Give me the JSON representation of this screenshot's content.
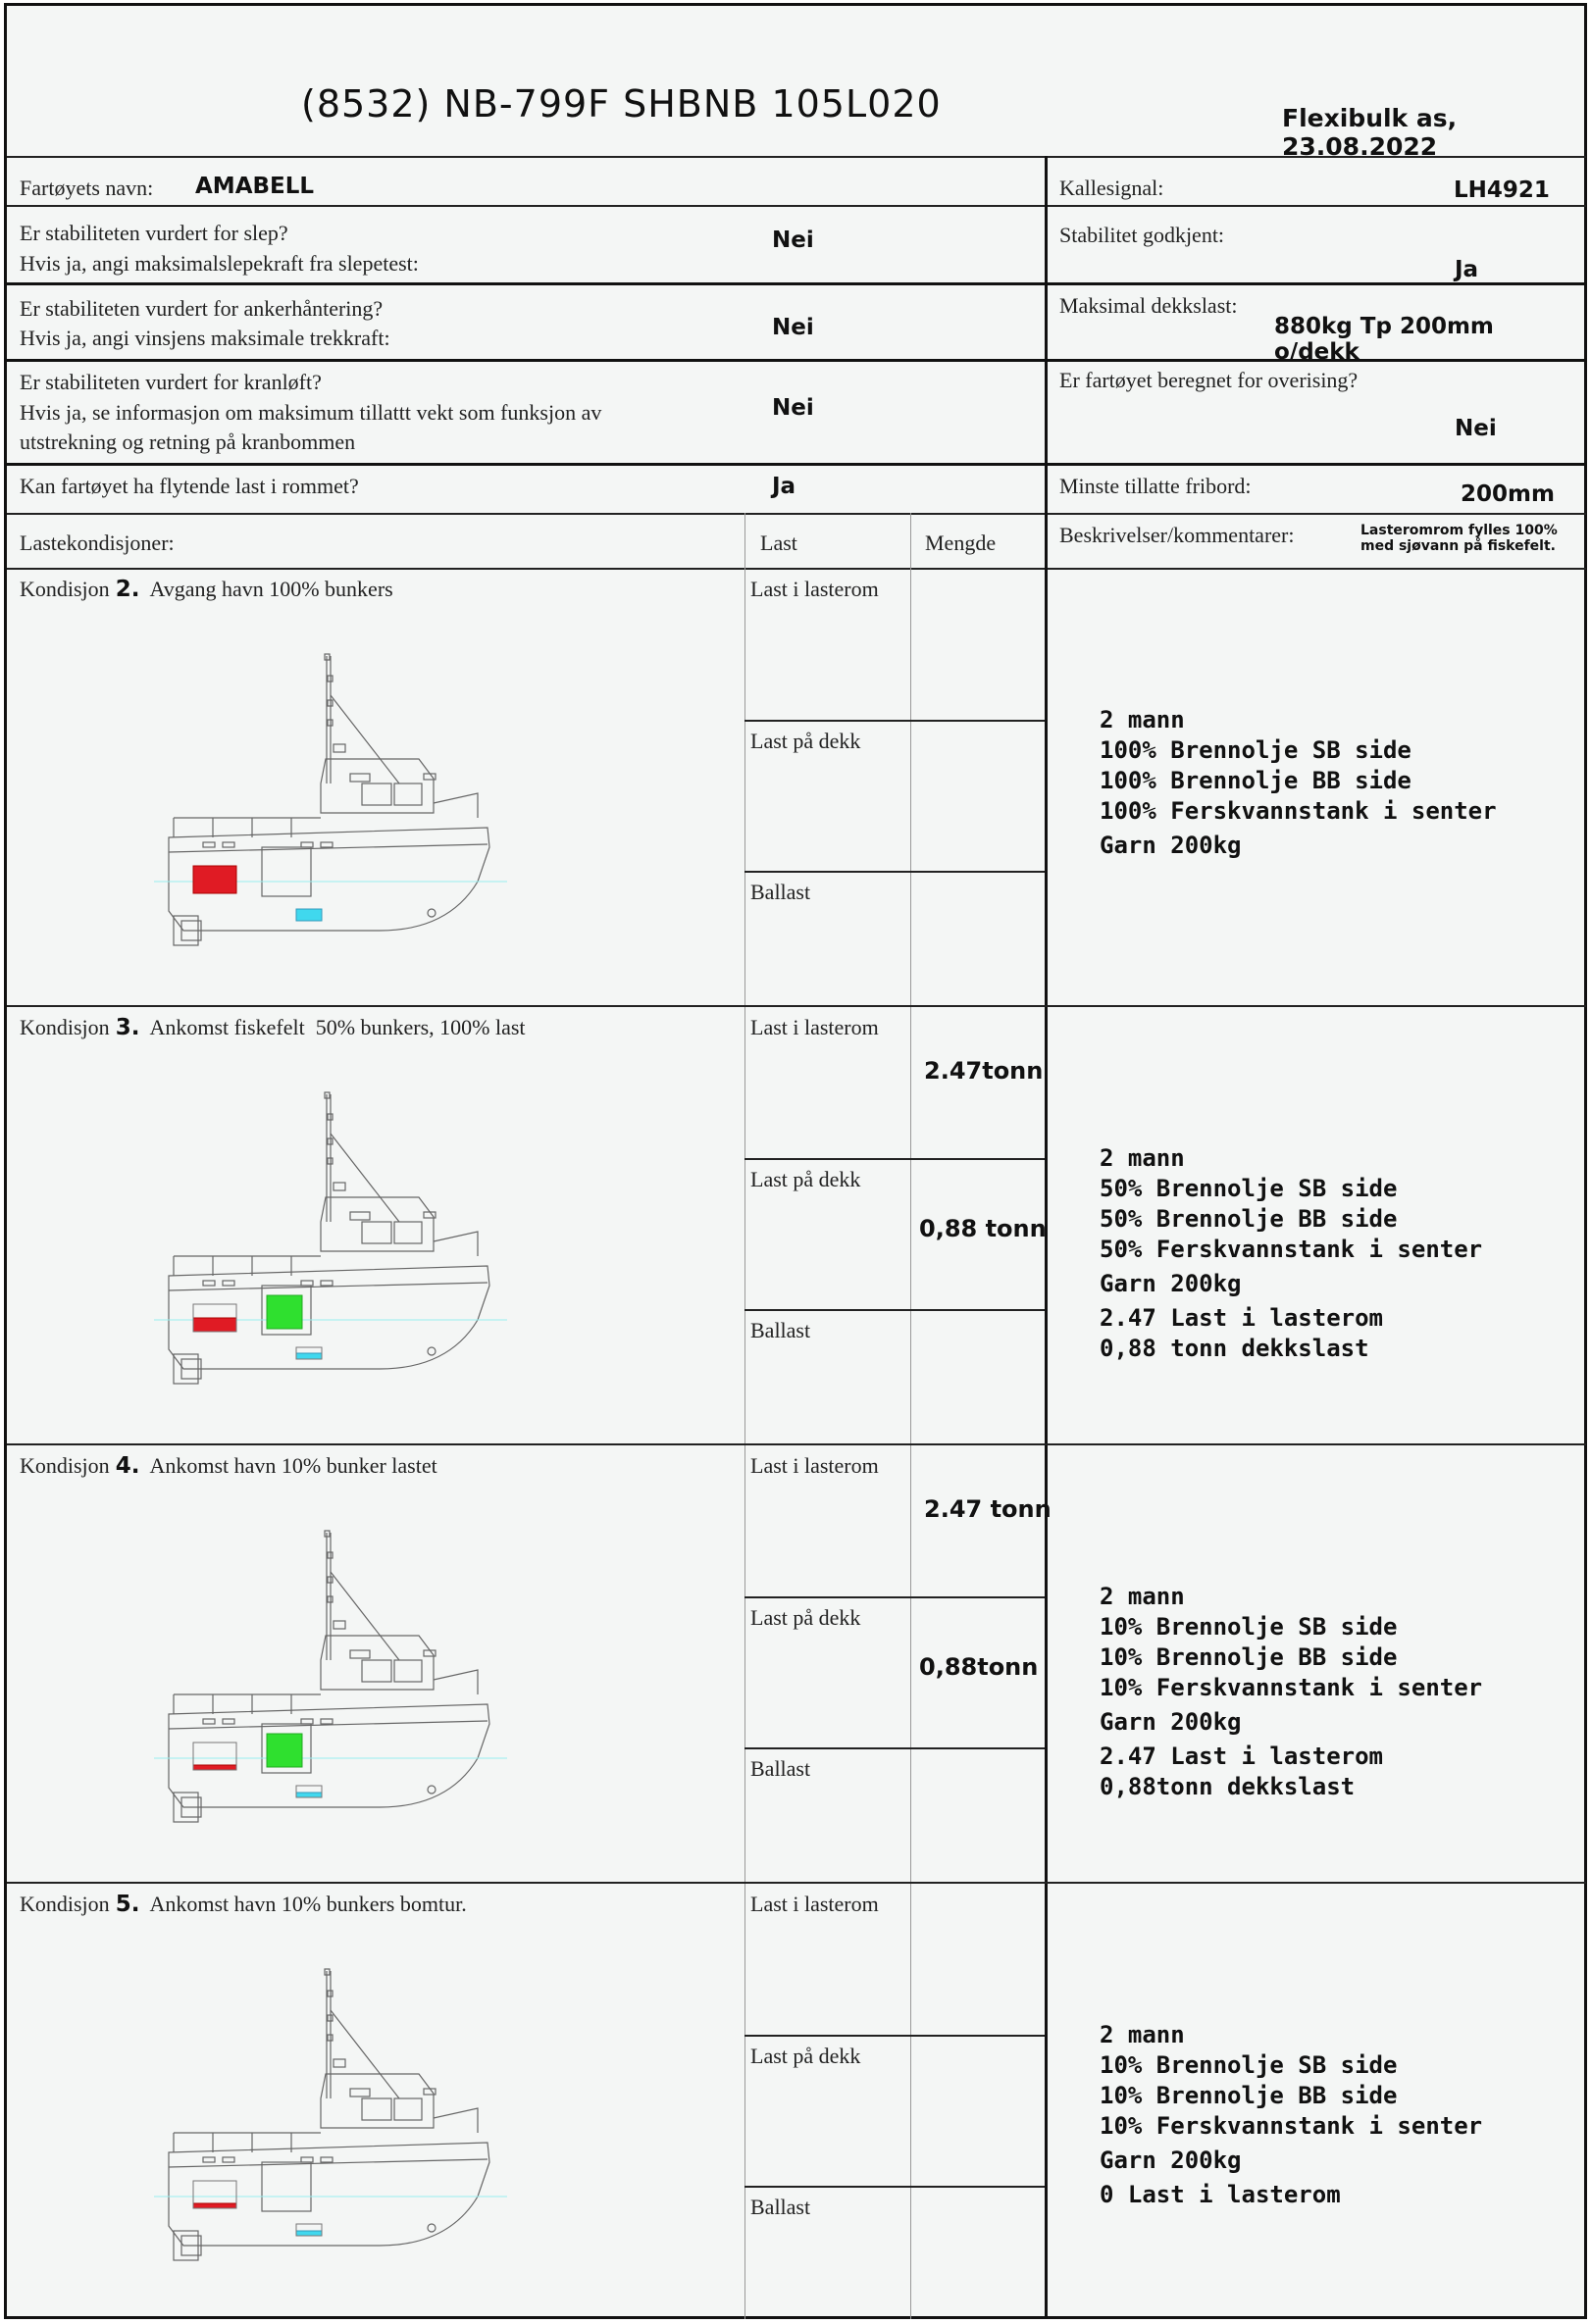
{
  "header": {
    "title": "(8532) NB-799F SHBNB 105L020",
    "company_date": "Flexibulk as, 23.08.2022"
  },
  "info": {
    "vessel_name_label": "Fartøyets navn:",
    "vessel_name": "AMABELL",
    "callsign_label": "Kallesignal:",
    "callsign": "LH4921",
    "tow_q1": "Er stabiliteten vurdert for slep?",
    "tow_q2": "Hvis ja, angi maksimalslepekraft fra slepetest:",
    "tow_a": "Nei",
    "approved_label": "Stabilitet godkjent:",
    "approved": "Ja",
    "anchor_q1": "Er stabiliteten vurdert for ankerhåntering?",
    "anchor_q2": "Hvis ja, angi vinsjens maksimale trekkraft:",
    "anchor_a": "Nei",
    "deck_load_label": "Maksimal dekkslast:",
    "deck_load": "880kg Tp 200mm o/dekk",
    "crane_q1": "Er stabiliteten vurdert for kranløft?",
    "crane_q2": "Hvis ja, se informasjon om maksimum tillattt vekt som funksjon av",
    "crane_q3": "utstrekning og retning på kranbommen",
    "crane_a": "Nei",
    "icing_label": "Er fartøyet beregnet for overising?",
    "icing": "Nei",
    "liquid_q": "Kan fartøyet ha flytende last i rommet?",
    "liquid_a": "Ja",
    "freeboard_label": "Minste tillatte fribord:",
    "freeboard": "200mm"
  },
  "table_header": {
    "conditions": "Lastekondisjoner:",
    "load": "Last",
    "amount": "Mengde",
    "comments": "Beskrivelser/kommentarer:",
    "comment_note_1": "Lasteromrom fylles 100%",
    "comment_note_2": "med sjøvann på fiskefelt."
  },
  "row_labels": {
    "hold": "Last i lasterom",
    "deck": "Last på dekk",
    "ballast": "Ballast"
  },
  "conditions": [
    {
      "prefix": "Kondisjon",
      "num": "2.",
      "title": "Avgang havn 100% bunkers",
      "hold_amount": "",
      "deck_amount": "",
      "notes": [
        "2 mann",
        "100% Brennolje SB side",
        "100% Brennolje BB side",
        "100% Ferskvannstank i senter",
        "Garn 200kg"
      ]
    },
    {
      "prefix": "Kondisjon",
      "num": "3.",
      "title": "Ankomst fiskefelt  50% bunkers, 100% last",
      "hold_amount": "2.47tonn",
      "deck_amount": "0,88 tonn",
      "notes": [
        "2 mann",
        "50% Brennolje SB side",
        "50% Brennolje BB side",
        "50% Ferskvannstank i senter",
        "Garn 200kg",
        "2.47 Last i lasterom",
        "0,88 tonn dekkslast"
      ]
    },
    {
      "prefix": "Kondisjon",
      "num": "4.",
      "title": "Ankomst havn 10% bunker lastet",
      "hold_amount": "2.47 tonn",
      "deck_amount": "0,88tonn",
      "notes": [
        "2 mann",
        "10% Brennolje SB side",
        "10% Brennolje BB side",
        "10% Ferskvannstank i senter",
        "Garn 200kg",
        "2.47 Last i lasterom",
        "0,88tonn dekkslast"
      ]
    },
    {
      "prefix": "Kondisjon",
      "num": "5.",
      "title": "Ankomst havn 10% bunkers bomtur.",
      "hold_amount": "",
      "deck_amount": "",
      "notes": [
        "2 mann",
        "10% Brennolje SB side",
        "10% Brennolje BB side",
        "10% Ferskvannstank i senter",
        "Garn 200kg",
        "0 Last i lasterom"
      ]
    }
  ],
  "tank_fill": {
    "fuel_fraction": [
      1.0,
      0.5,
      0.1,
      0.1
    ],
    "hold_cargo": [
      false,
      true,
      true,
      false
    ]
  },
  "colors": {
    "fuel": "#e01b24",
    "fresh_water": "#40d8ee",
    "cargo": "#2fe02f"
  }
}
